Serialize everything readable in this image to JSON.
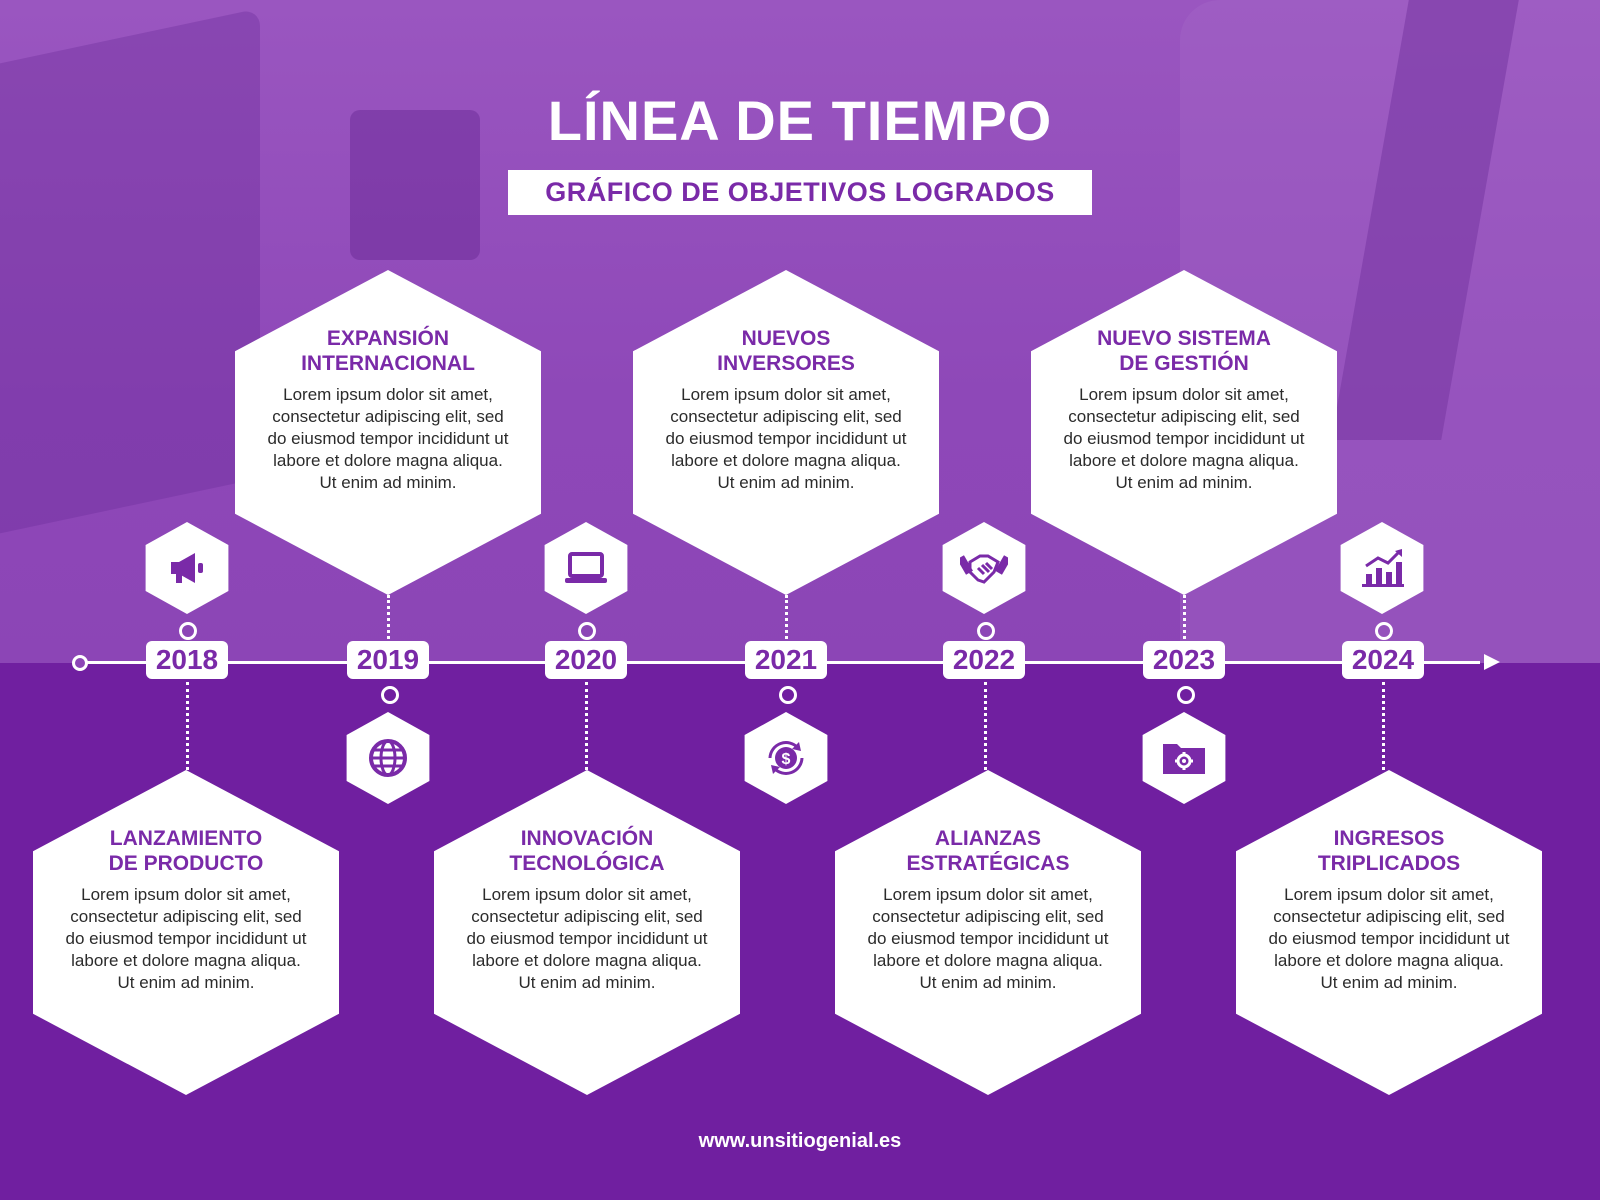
{
  "title": "LÍNEA DE TIEMPO",
  "subtitle": "GRÁFICO DE OBJETIVOS LOGRADOS",
  "colors": {
    "accent": "#7a2aa8",
    "top_bg": "#8e48b8",
    "bottom_bg": "#701fa0",
    "card": "#ffffff"
  },
  "milestones": [
    {
      "year": "2018",
      "title": "LANZAMIENTO\nDE PRODUCTO",
      "icon": "megaphone-icon",
      "body": "Lorem ipsum dolor sit amet, consectetur adipiscing elit, sed do eiusmod tempor incididunt ut labore et dolore magna aliqua. Ut enim ad minim."
    },
    {
      "year": "2019",
      "title": "EXPANSIÓN\nINTERNACIONAL",
      "icon": "globe-icon",
      "body": "Lorem ipsum dolor sit amet, consectetur adipiscing elit, sed do eiusmod tempor incididunt ut labore et dolore magna aliqua. Ut enim ad minim."
    },
    {
      "year": "2020",
      "title": "INNOVACIÓN\nTECNOLÓGICA",
      "icon": "laptop-icon",
      "body": "Lorem ipsum dolor sit amet, consectetur adipiscing elit, sed do eiusmod tempor incididunt ut labore et dolore magna aliqua. Ut enim ad minim."
    },
    {
      "year": "2021",
      "title": "NUEVOS\nINVERSORES",
      "icon": "dollar-cycle-icon",
      "body": "Lorem ipsum dolor sit amet, consectetur adipiscing elit, sed do eiusmod tempor incididunt ut labore et dolore magna aliqua. Ut enim ad minim."
    },
    {
      "year": "2022",
      "title": "ALIANZAS\nESTRATÉGICAS",
      "icon": "handshake-icon",
      "body": "Lorem ipsum dolor sit amet, consectetur adipiscing elit, sed do eiusmod tempor incididunt ut labore et dolore magna aliqua. Ut enim ad minim."
    },
    {
      "year": "2023",
      "title": "NUEVO SISTEMA\nDE GESTIÓN",
      "icon": "gear-folder-icon",
      "body": "Lorem ipsum dolor sit amet, consectetur adipiscing elit, sed do eiusmod tempor incididunt ut labore et dolore magna aliqua. Ut enim ad minim."
    },
    {
      "year": "2024",
      "title": "INGRESOS\nTRIPLICADOS",
      "icon": "growth-chart-icon",
      "body": "Lorem ipsum dolor sit amet, consectetur adipiscing elit, sed do eiusmod tempor incididunt ut labore et dolore magna aliqua. Ut enim ad minim."
    }
  ],
  "footer": "www.unsitiogenial.es"
}
